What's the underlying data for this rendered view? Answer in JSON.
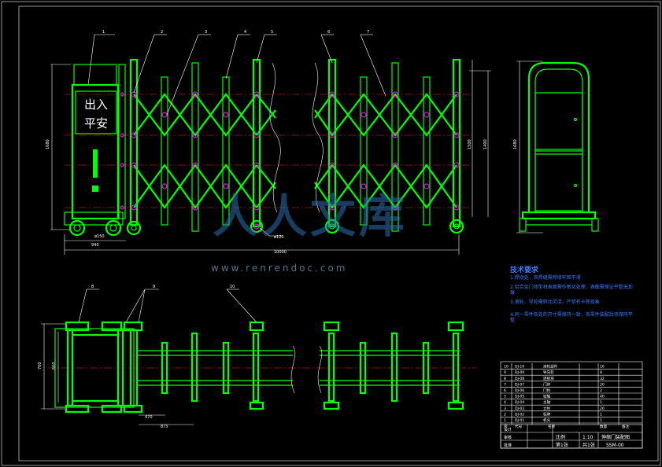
{
  "sign": {
    "line1": "出入",
    "line2": "平安"
  },
  "balloons": [
    "1",
    "2",
    "3",
    "4",
    "5",
    "6",
    "7",
    "8",
    "9",
    "10"
  ],
  "dims": {
    "overall_length": "10000",
    "left_width": "940",
    "wheel": "ø150",
    "wheel2": "ø120",
    "height_left": "1680",
    "height_mid": "1500",
    "height_mid2": "1400",
    "side_height": "1680",
    "plan_width": "700",
    "plan_inner": "600",
    "plan_a": "470",
    "plan_b": "875"
  },
  "notes": {
    "title": "技术要求",
    "items": [
      "1.焊接处，各焊缝需焊接牢固平滑",
      "2.铝合金门体型材表面需作氧化处理，表面需保证平整无划痕",
      "3.滚轮、导轮需转动灵活，严禁有卡死现象",
      "4.同一零件各处的尺寸需保持一致，各零件装配后须保持平整"
    ]
  },
  "parts_table": {
    "rows": [
      {
        "no": "10",
        "code": "DJ-10",
        "name": "滚轮组件",
        "qty": "16"
      },
      {
        "no": "9",
        "code": "DJ-09",
        "name": "导向轮",
        "qty": "8"
      },
      {
        "no": "8",
        "code": "DJ-08",
        "name": "连接块",
        "qty": "32"
      },
      {
        "no": "7",
        "code": "DJ-07",
        "name": "门体",
        "qty": "20"
      },
      {
        "no": "6",
        "code": "DJ-06",
        "name": "门柱",
        "qty": "2"
      },
      {
        "no": "5",
        "code": "DJ-05",
        "name": "铰轴",
        "qty": "40"
      },
      {
        "no": "4",
        "code": "DJ-04",
        "name": "主轴",
        "qty": "1"
      },
      {
        "no": "3",
        "code": "DJ-03",
        "name": "立柱",
        "qty": "20"
      },
      {
        "no": "2",
        "code": "DJ-02",
        "name": "标牌",
        "qty": "1"
      },
      {
        "no": "1",
        "code": "DJ-01",
        "name": "机头",
        "qty": "1"
      }
    ],
    "header": {
      "no": "序",
      "code": "代号",
      "name": "名称",
      "qty": "数量",
      "note": "备注"
    }
  },
  "title_block": {
    "drawing_title": "伸缩门装配图",
    "scale_label": "比例",
    "scale": "1:10",
    "sheet": "第1张",
    "sheets": "共1张",
    "code": "SSM-00",
    "design": "设计",
    "check": "审核",
    "approve": "批准"
  },
  "watermark": {
    "main": "人人文库",
    "url": "www.renrendoc.com"
  }
}
